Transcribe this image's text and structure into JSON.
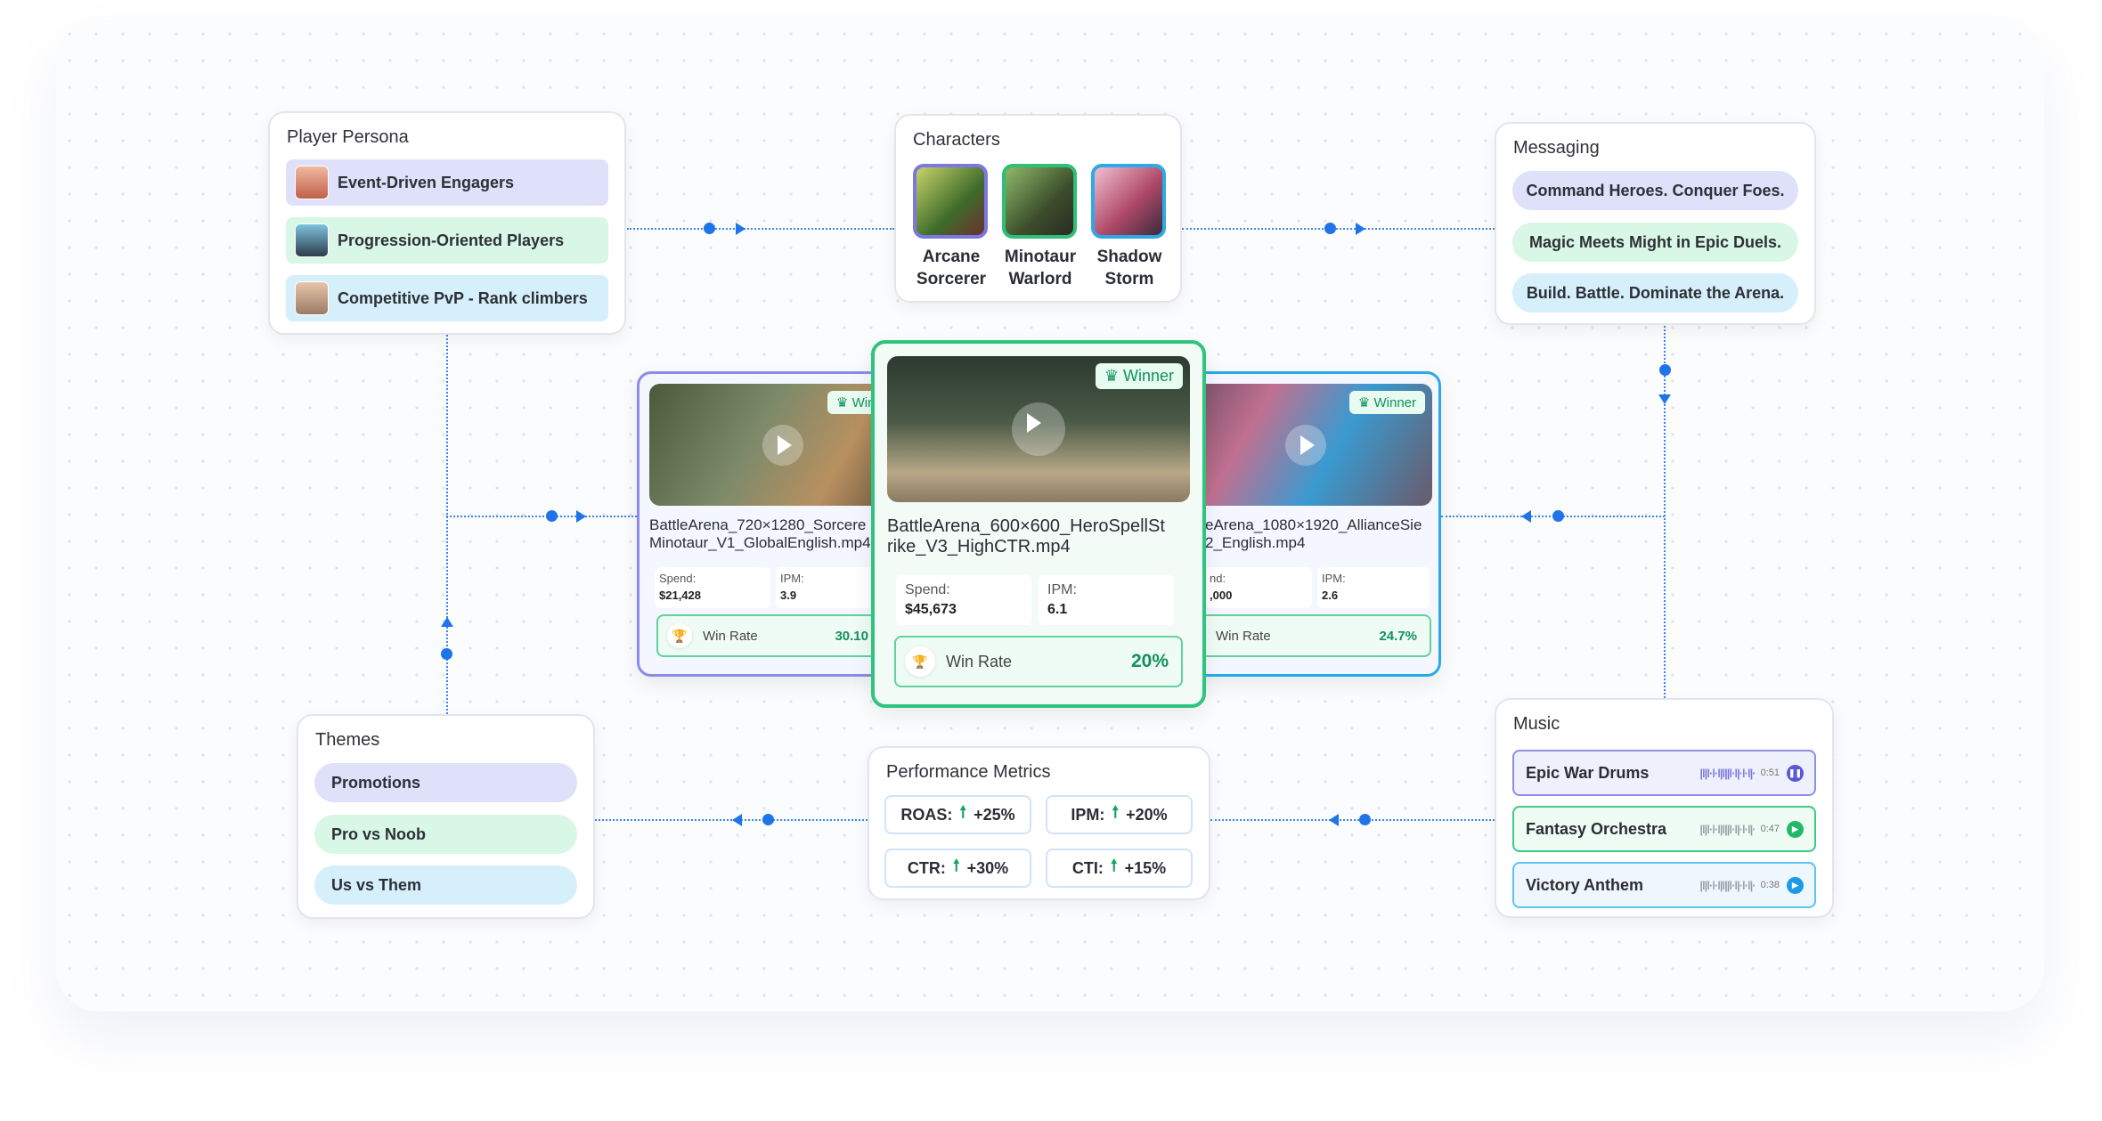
{
  "persona": {
    "title": "Player Persona",
    "items": [
      {
        "label": "Event-Driven Engagers",
        "color": "#dfe1fb"
      },
      {
        "label": "Progression-Oriented Players",
        "color": "#d8f7e6"
      },
      {
        "label": "Competitive PvP - Rank climbers",
        "color": "#d5effb"
      }
    ]
  },
  "characters": {
    "title": "Characters",
    "items": [
      {
        "line1": "Arcane",
        "line2": "Sorcerer",
        "color": "#7b79e0"
      },
      {
        "line1": "Minotaur",
        "line2": "Warlord",
        "color": "#2fbf77"
      },
      {
        "line1": "Shadow",
        "line2": "Storm",
        "color": "#2fa9e6"
      }
    ]
  },
  "messaging": {
    "title": "Messaging",
    "items": [
      "Command Heroes. Conquer Foes.",
      "Magic Meets Might in Epic Duels.",
      "Build. Battle. Dominate the Arena."
    ]
  },
  "videos": {
    "left": {
      "badge": "Win",
      "file1": "BattleArena_720×1280_Sorcere",
      "file2": "Minotaur_V1_GlobalEnglish.mp4",
      "spend_label": "Spend:",
      "spend": "$21,428",
      "ipm_label": "IPM:",
      "ipm": "3.9",
      "winrate_label": "Win Rate",
      "winrate": "30.10"
    },
    "center": {
      "badge": "Winner",
      "file1": "BattleArena_600×600_HeroSpellSt",
      "file2": "rike_V3_HighCTR.mp4",
      "spend_label": "Spend:",
      "spend": "$45,673",
      "ipm_label": "IPM:",
      "ipm": "6.1",
      "winrate_label": "Win Rate",
      "winrate": "20%"
    },
    "right": {
      "badge": "Winner",
      "file1": "eArena_1080×1920_AllianceSie",
      "file2": "2_English.mp4",
      "spend_label": "nd:",
      "spend": ",000",
      "ipm_label": "IPM:",
      "ipm": "2.6",
      "winrate_label": "Win Rate",
      "winrate": "24.7%"
    }
  },
  "themes": {
    "title": "Themes",
    "items": [
      "Promotions",
      "Pro vs Noob",
      "Us vs Them"
    ]
  },
  "performance": {
    "title": "Performance Metrics",
    "items": [
      {
        "label": "ROAS:",
        "value": "+25%"
      },
      {
        "label": "IPM:",
        "value": "+20%"
      },
      {
        "label": "CTR:",
        "value": "+30%"
      },
      {
        "label": "CTI:",
        "value": "+15%"
      }
    ]
  },
  "music": {
    "title": "Music",
    "tracks": [
      {
        "name": "Epic War Drums",
        "duration": "0:51",
        "state": "playing",
        "color": "#5b57d6"
      },
      {
        "name": "Fantasy Orchestra",
        "duration": "0:47",
        "state": "paused",
        "color": "#22b86a"
      },
      {
        "name": "Victory Anthem",
        "duration": "0:38",
        "state": "paused",
        "color": "#1a9be6"
      }
    ]
  }
}
